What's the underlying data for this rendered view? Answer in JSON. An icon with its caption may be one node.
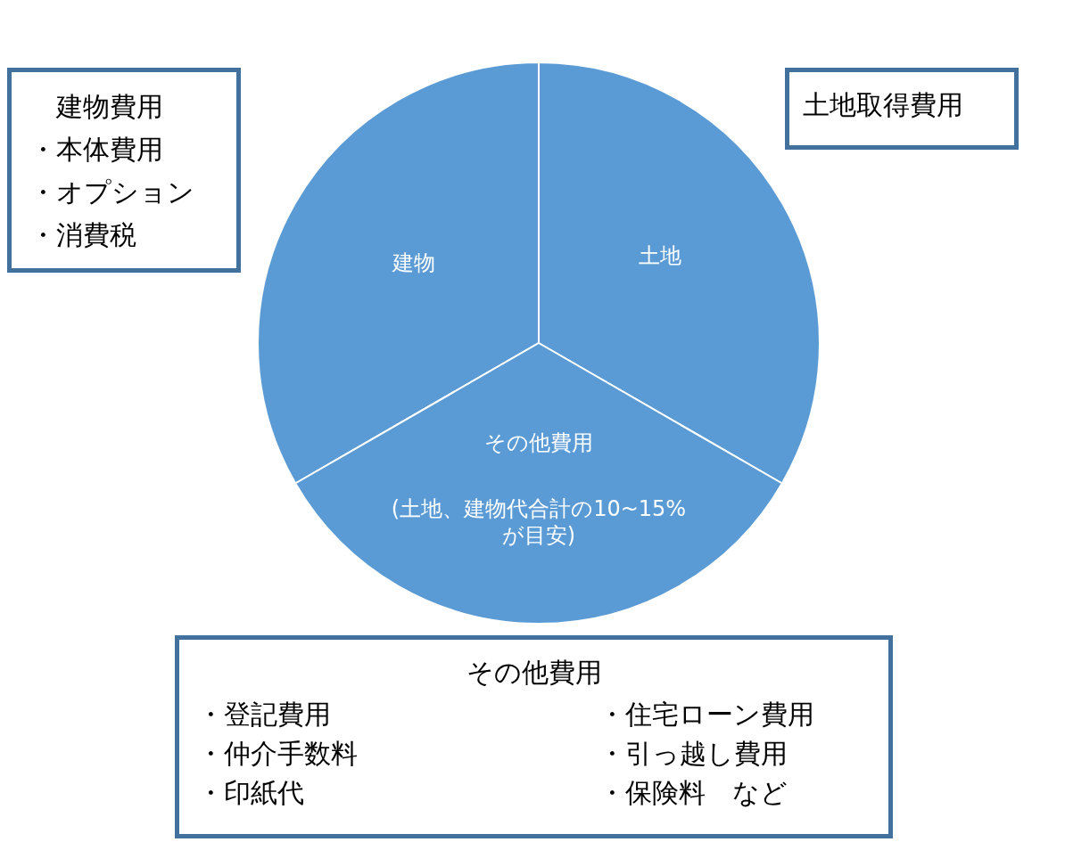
{
  "diagram": {
    "nodes": [
      {
        "text": [
          "建物費用",
          "・本体費用",
          "・オプション",
          "・消費税"
        ]
      },
      {
        "text": [
          "土地取得費用"
        ]
      },
      {
        "text": [
          "建物"
        ]
      },
      {
        "text": [
          "土地"
        ]
      },
      {
        "text": [
          "その他費用",
          "(土地、建物代合計の10~15%が目安)"
        ]
      },
      {
        "text": [
          "その他費用",
          "・登記費用",
          "・仲介手数料",
          "・印紙代",
          "・住宅ローン費用",
          "・引っ越し費用",
          "・保険料　など"
        ]
      }
    ]
  }
}
